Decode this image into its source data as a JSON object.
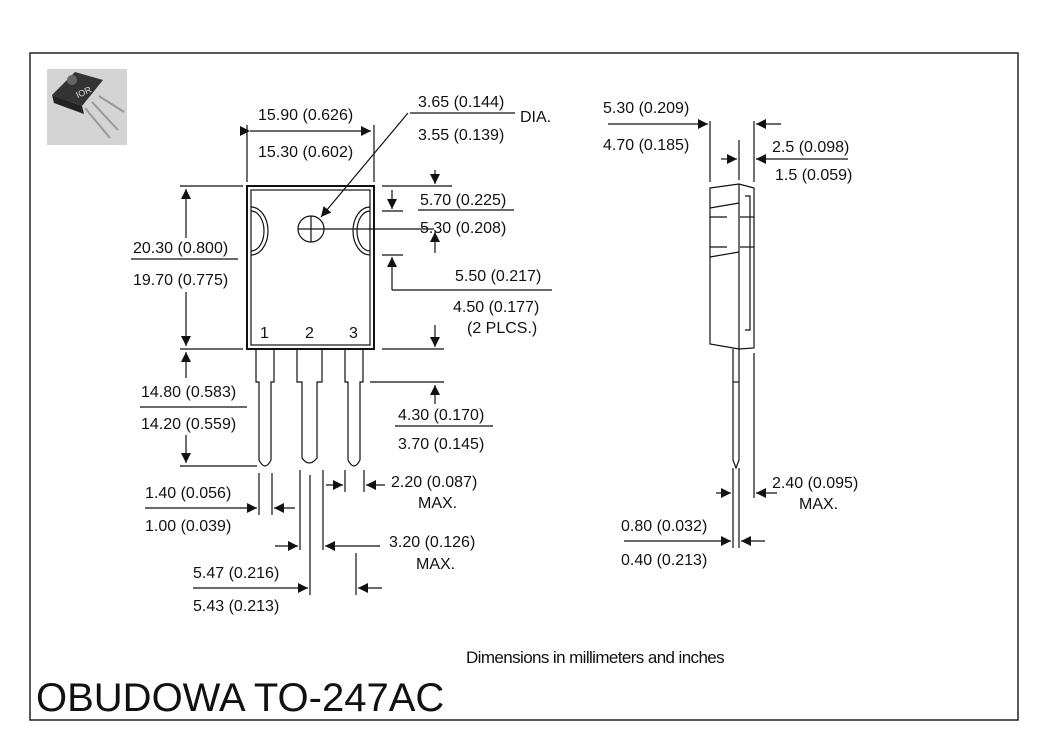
{
  "title": "OBUDOWA TO-247AC",
  "note": "Dimensions in millimeters and inches",
  "photo_logo": "IOR",
  "front_view": {
    "width_max": "15.90 (0.626)",
    "width_min": "15.30 (0.602)",
    "hole_dia_max": "3.65 (0.144)",
    "hole_dia_label": "DIA.",
    "hole_dia_min": "3.55 (0.139)",
    "hole_pos_max": "5.70 (0.225)",
    "hole_pos_min": "5.30 (0.208)",
    "height_max": "20.30 (0.800)",
    "height_min": "19.70 (0.775)",
    "notch_max": "5.50 (0.217)",
    "notch_min": "4.50 (0.177)",
    "notch_count": "(2 PLCS.)",
    "pins": [
      "1",
      "2",
      "3"
    ],
    "lead_len_max": "14.80 (0.583)",
    "lead_len_min": "14.20 (0.559)",
    "shoulder_max": "4.30 (0.170)",
    "shoulder_min": "3.70 (0.145)",
    "shoulder_width": "2.20 (0.087)",
    "shoulder_width_note": "MAX.",
    "lead_width_max": "1.40 (0.056)",
    "lead_width_min": "1.00 (0.039)",
    "center_lead_width": "3.20 (0.126)",
    "center_lead_note": "MAX.",
    "pitch_max": "5.47 (0.216)",
    "pitch_min": "5.43 (0.213)"
  },
  "side_view": {
    "thickness_max": "5.30 (0.209)",
    "thickness_min": "4.70 (0.185)",
    "tab_max": "2.5 (0.098)",
    "tab_min": "1.5 (0.059)",
    "offset": "2.40 (0.095)",
    "offset_note": "MAX.",
    "lead_thk_max": "0.80 (0.032)",
    "lead_thk_min": "0.40 (0.213)"
  }
}
